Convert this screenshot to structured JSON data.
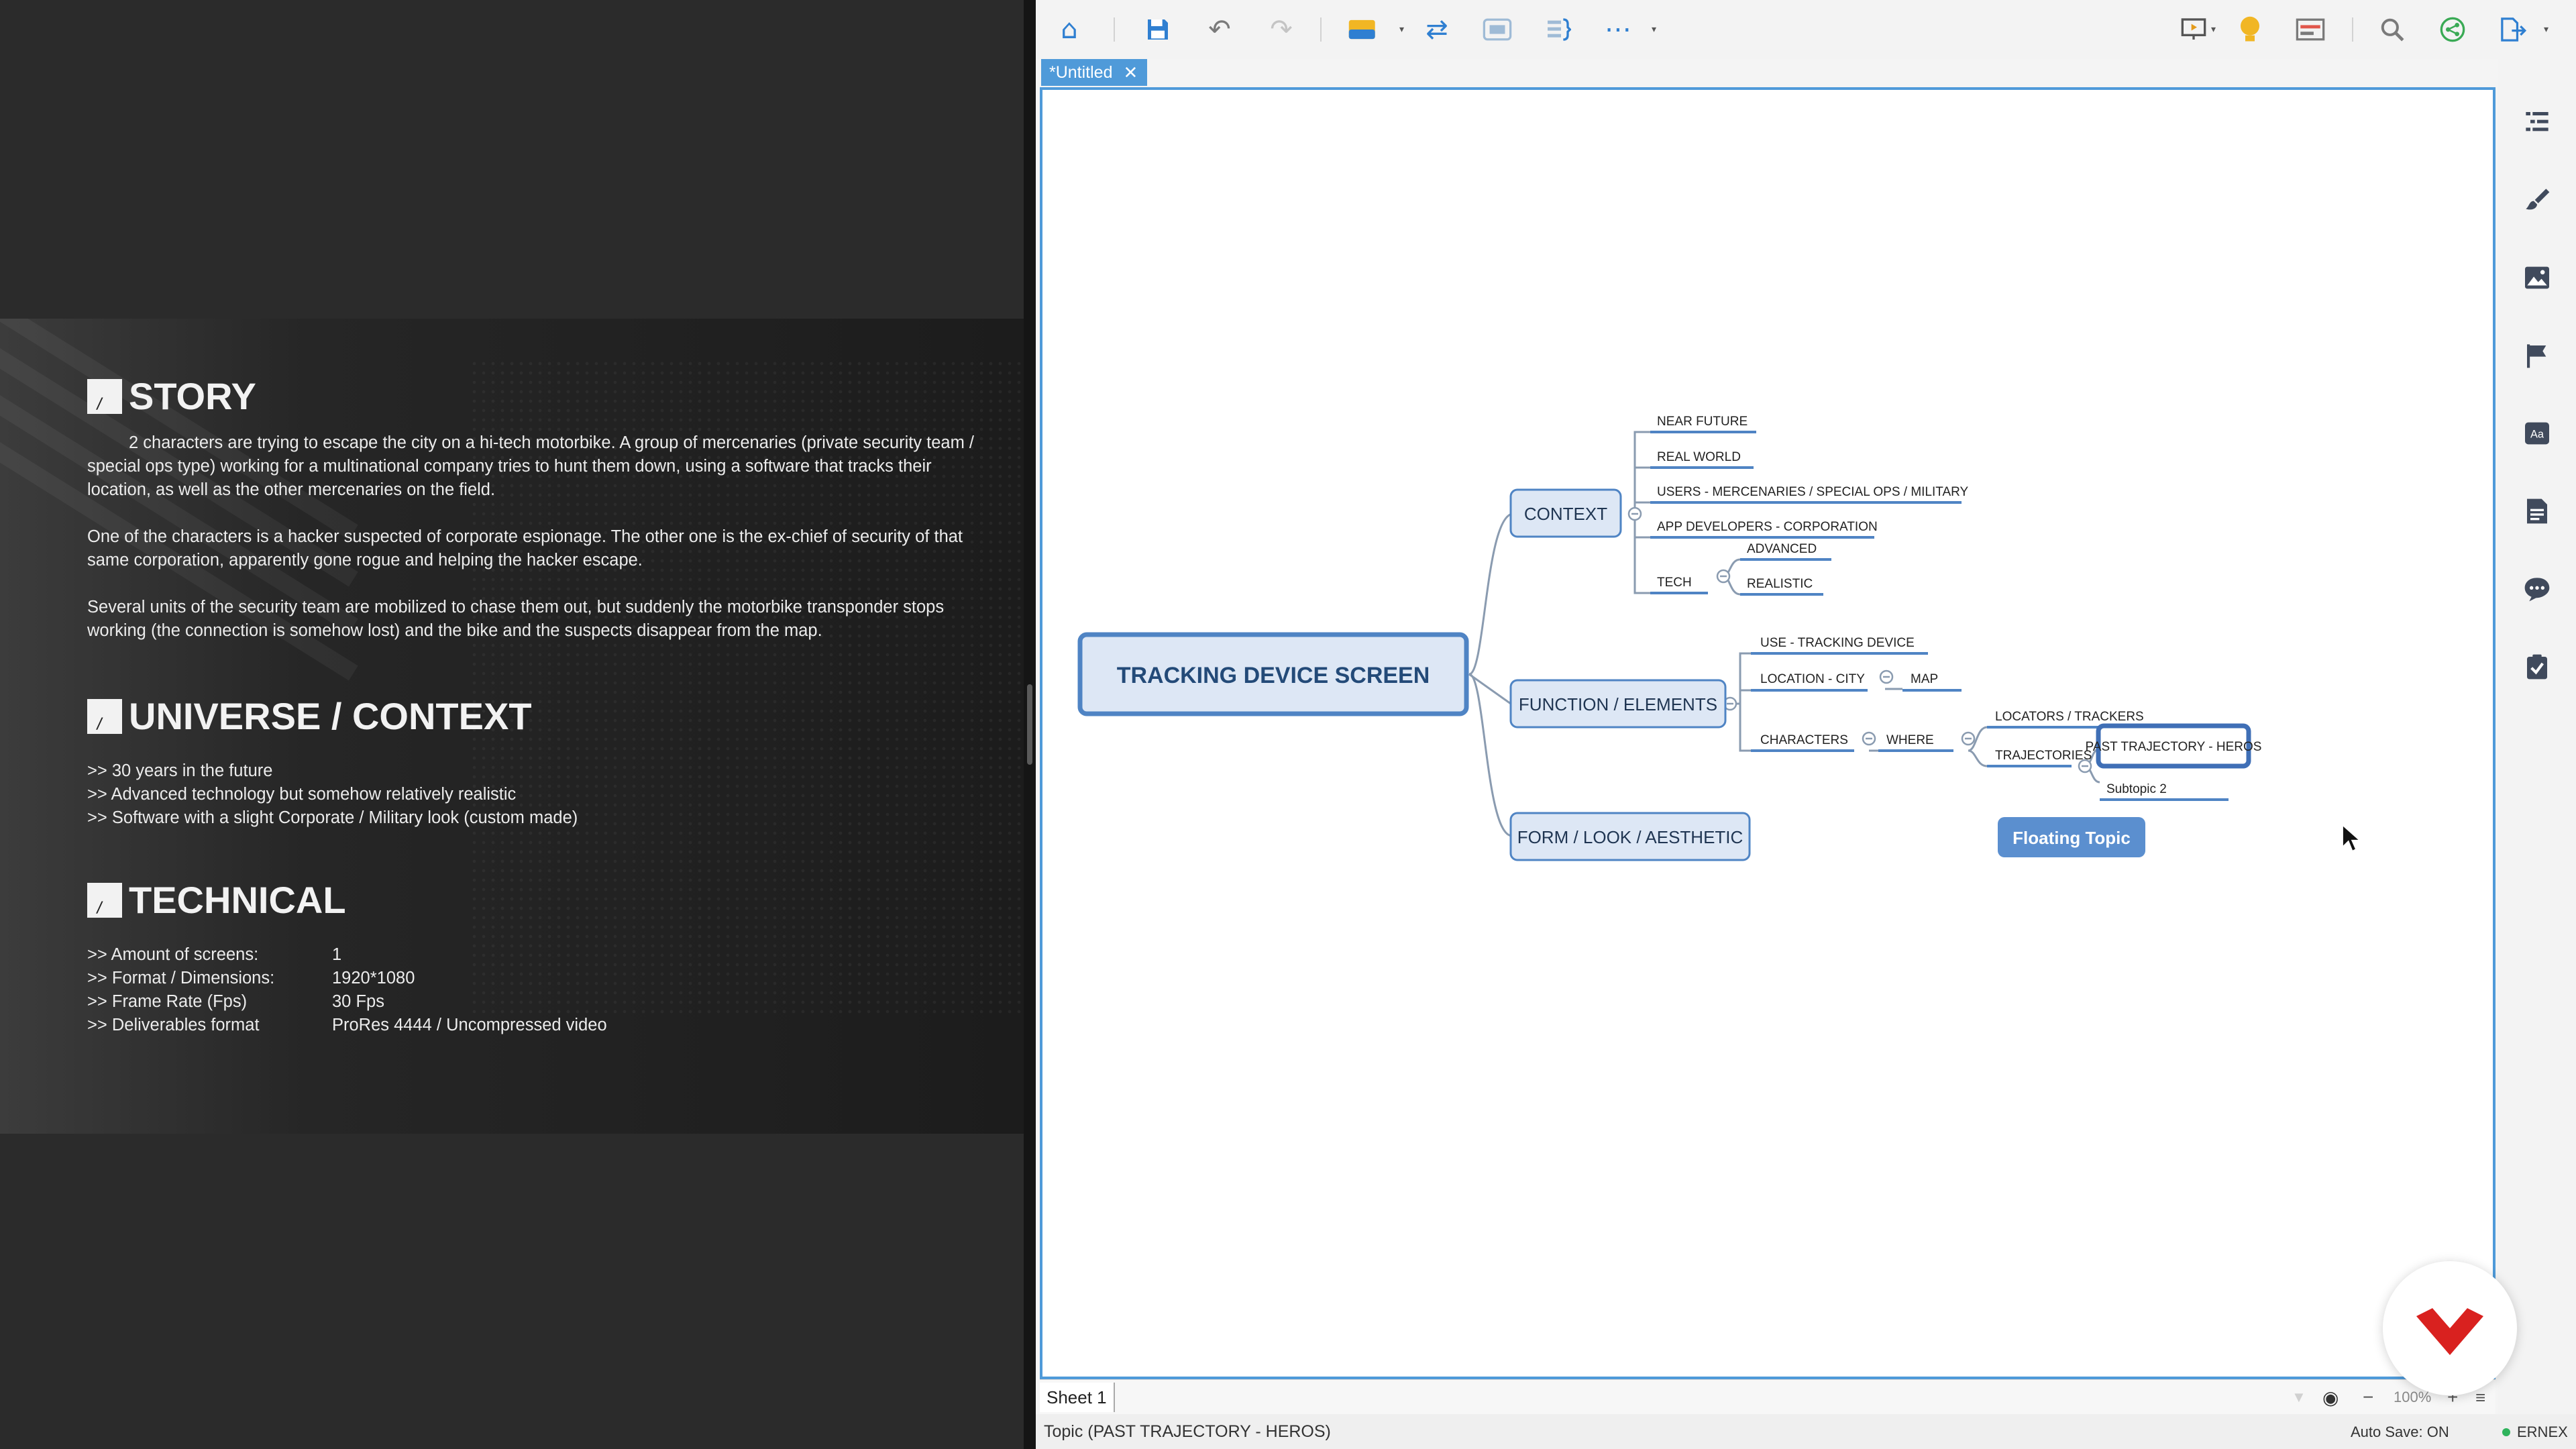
{
  "left_doc": {
    "story": {
      "title": "STORY",
      "p1": "2 characters are trying to escape the city on a hi-tech motorbike. A group of mercenaries (private security team / special ops type) working for a multinational company tries to hunt them down, using a software that tracks their location, as well as the other mercenaries on the field.",
      "p2": "One of the characters is a hacker suspected of corporate espionage. The other one is the ex-chief of security of that same corporation, apparently gone rogue and helping the hacker escape.",
      "p3": "Several units of the security team are mobilized to chase them out, but suddenly the motorbike transponder stops working (the connection is somehow lost) and the bike and the suspects disappear from the map."
    },
    "universe": {
      "title": "UNIVERSE / CONTEXT",
      "bullets": [
        ">> 30 years in the future",
        ">> Advanced technology but somehow relatively realistic",
        ">> Software with a slight Corporate / Military look (custom made)"
      ]
    },
    "technical": {
      "title": "TECHNICAL",
      "rows": [
        {
          "k": ">> Amount of screens:",
          "v": "1"
        },
        {
          "k": ">> Format / Dimensions:",
          "v": "1920*1080"
        },
        {
          "k": ">> Frame Rate (Fps)",
          "v": "30 Fps"
        },
        {
          "k": ">> Deliverables format",
          "v": "ProRes 4444 / Uncompressed video"
        }
      ]
    }
  },
  "app": {
    "toolbar_icons": [
      "home-icon",
      "save-icon",
      "undo-icon",
      "redo-icon",
      "insert-topic-icon",
      "relationship-icon",
      "boundary-icon",
      "summary-icon",
      "more-icon",
      "presentation-icon",
      "idea-icon",
      "outliner-icon",
      "search-icon",
      "share-icon",
      "export-icon"
    ],
    "tab": {
      "label": "*Untitled",
      "close": "✕"
    },
    "sheet": {
      "label": "Sheet 1",
      "zoom": "100%"
    },
    "status": {
      "topic": "Topic (PAST TRAJECTORY - HEROS)",
      "autosave": "Auto Save: ON",
      "user": "ERNEX"
    },
    "accent": "#4f9ad9"
  },
  "mindmap": {
    "central": "TRACKING DEVICE SCREEN",
    "context": "CONTEXT",
    "ctx_near_future": "NEAR FUTURE",
    "ctx_real_world": "REAL WORLD",
    "ctx_users": "USERS - MERCENARIES / SPECIAL OPS / MILITARY",
    "ctx_app_devs": "APP DEVELOPERS - CORPORATION",
    "ctx_tech": "TECH",
    "ctx_advanced": "ADVANCED",
    "ctx_realistic": "REALISTIC",
    "function": "FUNCTION / ELEMENTS",
    "fn_use": "USE - TRACKING DEVICE",
    "fn_location": "LOCATION - CITY",
    "fn_map": "MAP",
    "fn_characters": "CHARACTERS",
    "fn_where": "WHERE",
    "fn_locators": "LOCATORS / TRACKERS",
    "fn_trajectories": "TRAJECTORIES",
    "fn_past": "PAST TRAJECTORY - HEROS",
    "fn_subtopic2": "Subtopic 2",
    "form": "FORM / LOOK / AESTHETIC",
    "floating": "Floating Topic"
  }
}
